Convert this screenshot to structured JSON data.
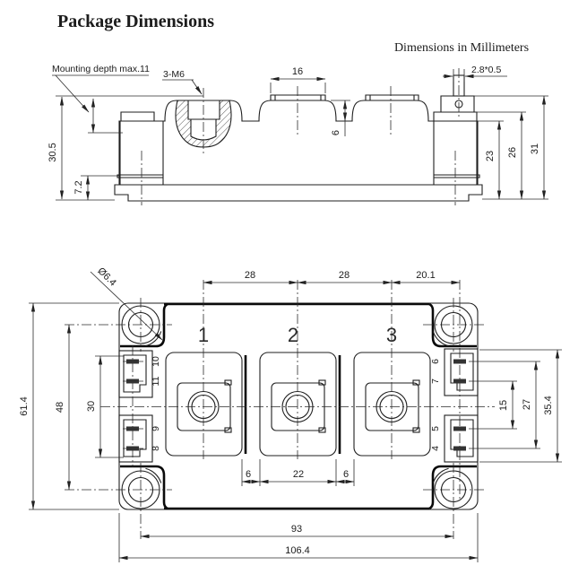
{
  "title": "Package Dimensions",
  "units_note": "Dimensions in Millimeters",
  "side_view": {
    "labels": {
      "mounting_depth": "Mounting depth max.11",
      "thread_spec": "3-M6",
      "terminal_width": "16",
      "aux_pin": "2.8*0.5"
    },
    "dims": {
      "overall_height": "30.5",
      "base_step": "7.2",
      "cover_height": "6",
      "case_height": "23",
      "boss_height": "26",
      "total_height": "31"
    }
  },
  "top_view": {
    "hole_diameter": "Ø6.4",
    "dims_top": [
      "28",
      "28",
      "20.1"
    ],
    "terminals": [
      "1",
      "2",
      "3"
    ],
    "dims_left": [
      "61.4",
      "48",
      "30"
    ],
    "dims_right": [
      "15",
      "27",
      "35.4"
    ],
    "dims_bottom": [
      "6",
      "22",
      "6"
    ],
    "dims_width": [
      "93",
      "106.4"
    ],
    "pins": {
      "left_top": [
        "10",
        "11"
      ],
      "left_bottom": [
        "9",
        "8"
      ],
      "right_top": [
        "6",
        "7"
      ],
      "right_bottom": [
        "5",
        "4"
      ]
    }
  }
}
